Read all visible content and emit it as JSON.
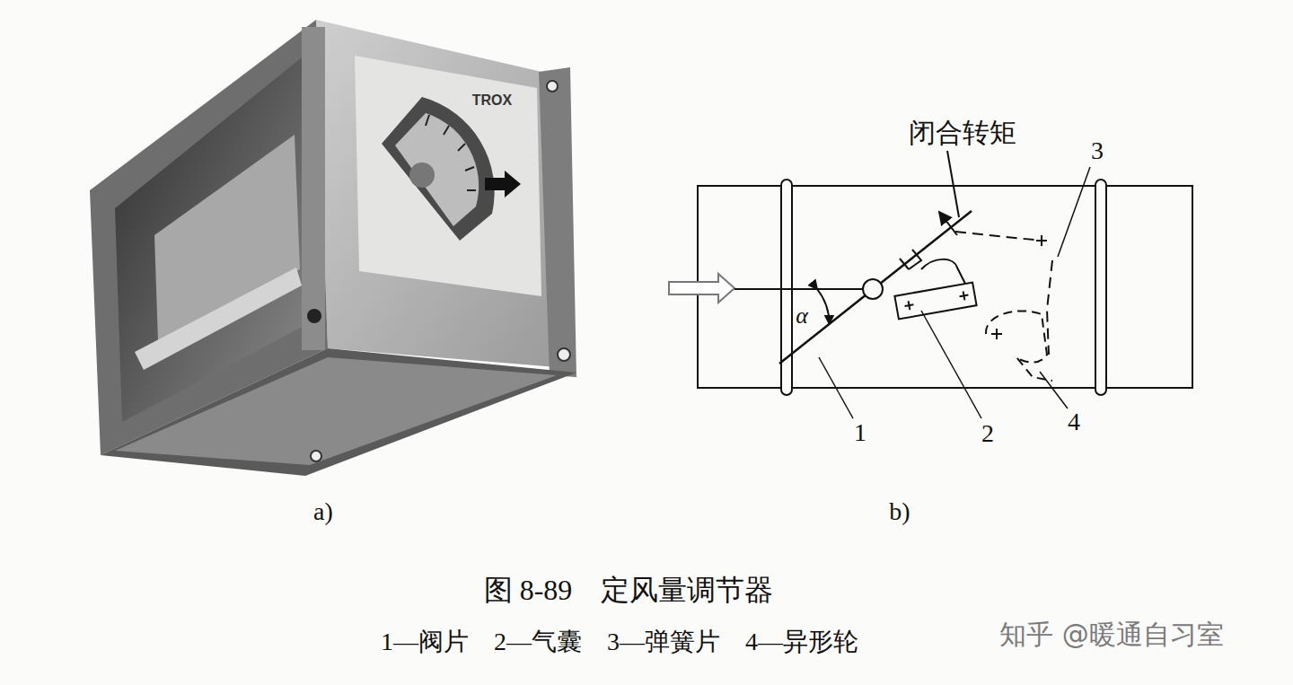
{
  "diagram": {
    "caption": "图 8-89　定风量调节器",
    "labels": [
      "闭合转矩",
      "3",
      "α",
      "1",
      "2",
      "4",
      "a)",
      "b)",
      "1—阀片　2—气囊　3—弹簧片　4—异形轮",
      "知乎 @暖通自习室",
      "TROX"
    ]
  }
}
